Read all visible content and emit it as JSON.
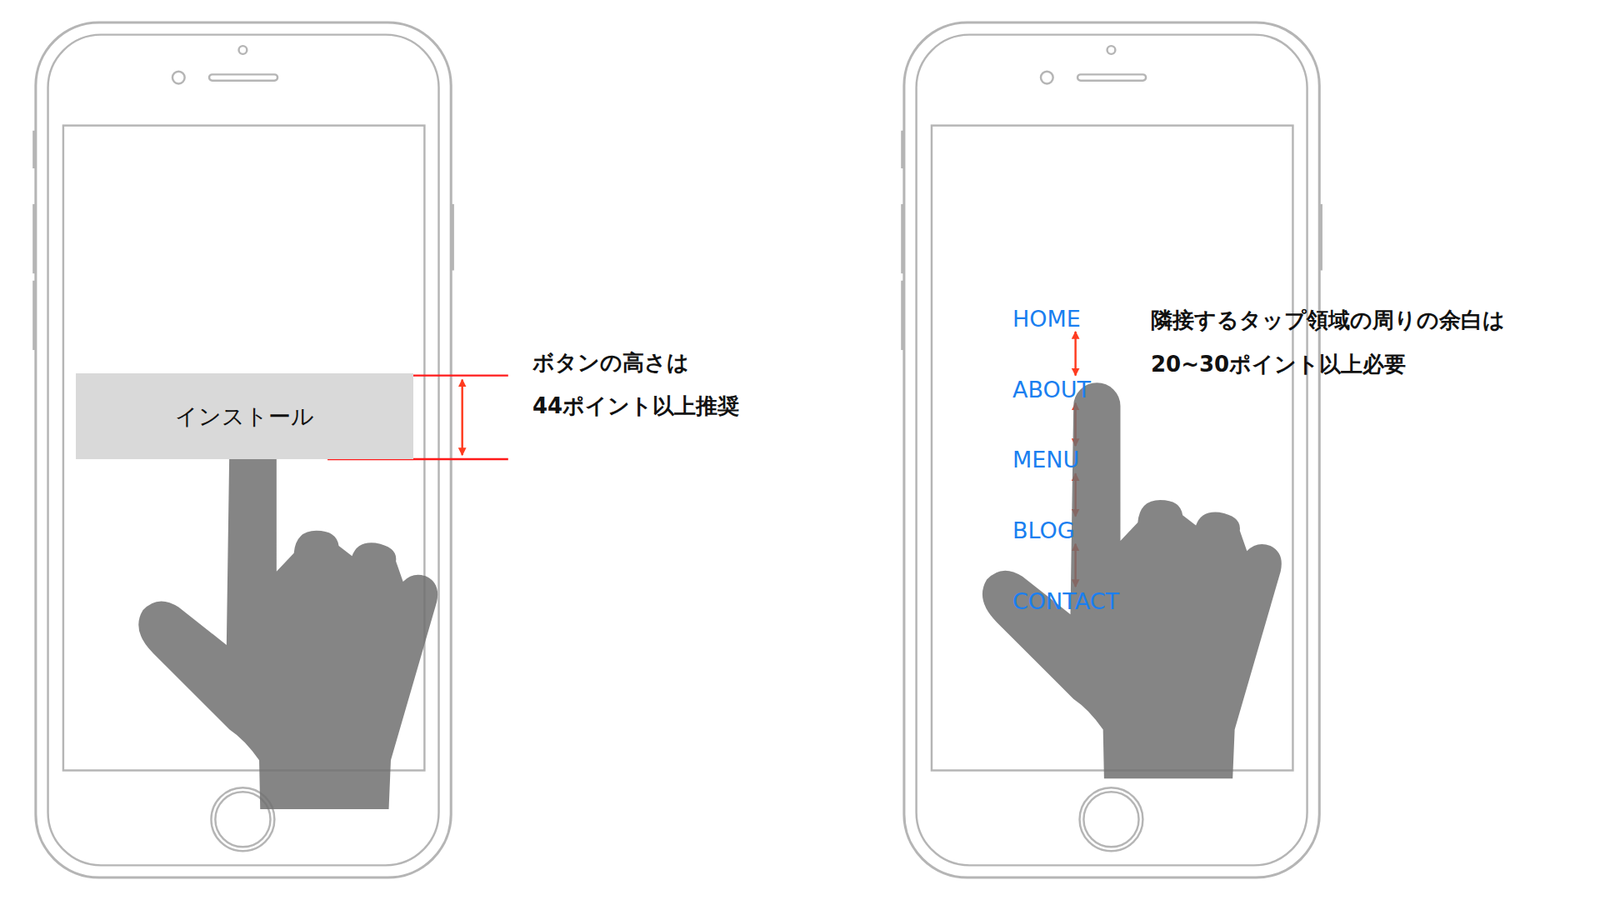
{
  "diagram": {
    "nodes": [
      {
        "text": [
          "インストール"
        ]
      }
    ],
    "labels": [
      "ボタンの高さは",
      "44ポイント以上推奨",
      "HOME",
      "ABOUT",
      "MENU",
      "BLOG",
      "CONTACT",
      "隣接するタップ領域の周りの余白は",
      "20~30ポイント以上必要"
    ]
  }
}
